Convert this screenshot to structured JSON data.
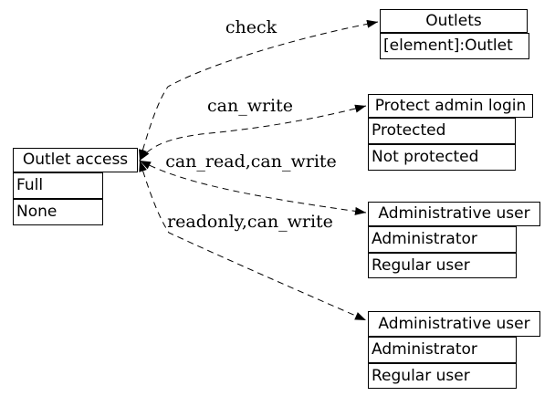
{
  "colors": {
    "background": "#ffffff",
    "line": "#000000",
    "box_fill": "#ffffff",
    "text": "#000000"
  },
  "nodes": {
    "outlet_access": {
      "header": "Outlet access",
      "rows": [
        "Full",
        "None"
      ]
    },
    "outlets": {
      "header": "Outlets",
      "rows": [
        "[element]:Outlet"
      ]
    },
    "protect_admin_login": {
      "header": "Protect admin login",
      "rows": [
        "Protected",
        "Not protected"
      ]
    },
    "admin_user_top": {
      "header": "Administrative user",
      "rows": [
        "Administrator",
        "Regular user"
      ]
    },
    "admin_user_bottom": {
      "header": "Administrative user",
      "rows": [
        "Administrator",
        "Regular user"
      ]
    }
  },
  "edges": [
    {
      "label": "check",
      "connects": [
        "Outlet access",
        "Outlets"
      ]
    },
    {
      "label": "can_write",
      "connects": [
        "Outlet access",
        "Protect admin login"
      ]
    },
    {
      "label": "can_read,can_write",
      "connects": [
        "Outlet access",
        "Administrative user"
      ]
    },
    {
      "label": "readonly,can_write",
      "connects": [
        "Outlet access",
        "Administrative user"
      ]
    }
  ]
}
